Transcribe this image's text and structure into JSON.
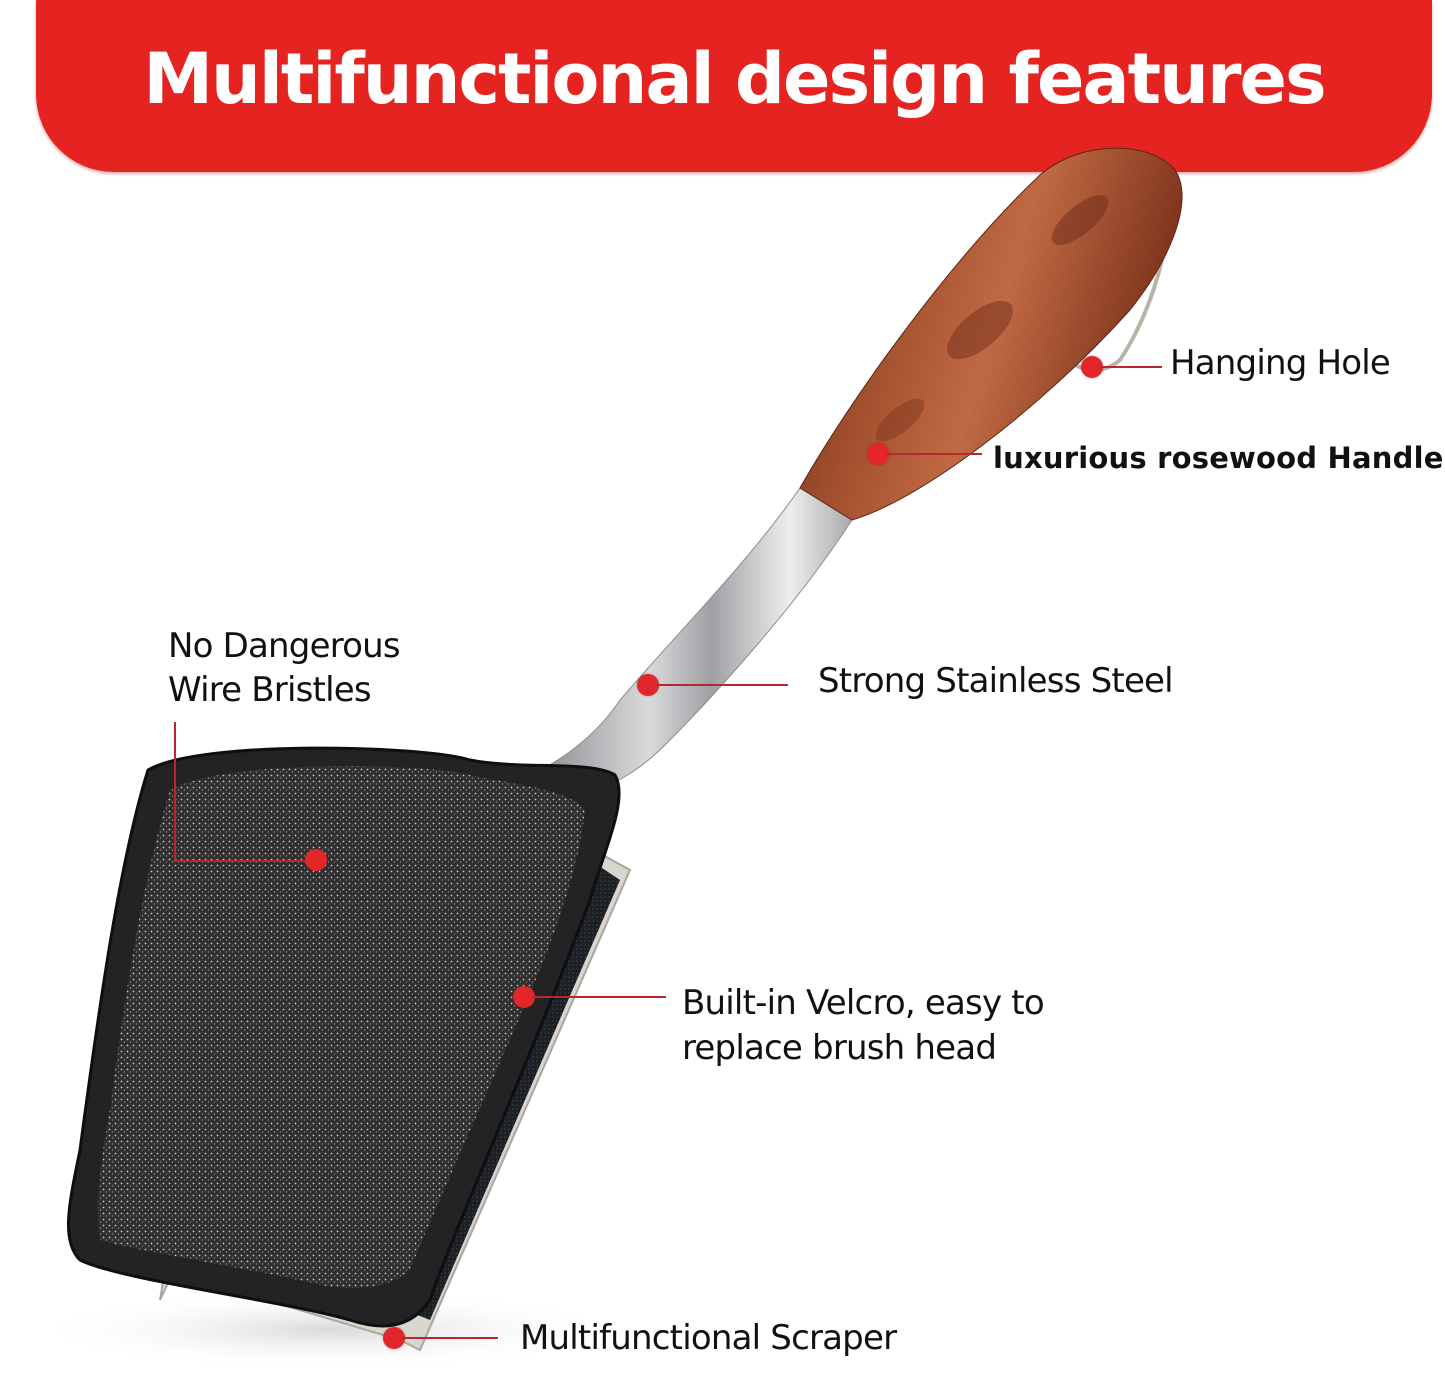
{
  "banner": {
    "title": "Multifunctional design features",
    "background_color": "#e52421",
    "text_color": "#ffffff"
  },
  "product": {
    "name": "grill brush",
    "parts": [
      "rosewood handle",
      "hanging ring",
      "stainless steel shaft",
      "wire mesh brush head",
      "velcro pad",
      "scraper blade"
    ]
  },
  "callouts": [
    {
      "id": "hanging-hole",
      "label": "Hanging Hole"
    },
    {
      "id": "rosewood-handle",
      "label": "luxurious rosewood Handle"
    },
    {
      "id": "stainless-steel",
      "label": "Strong Stainless Steel"
    },
    {
      "id": "wire-bristles",
      "line1": "No Dangerous",
      "line2": "Wire Bristles"
    },
    {
      "id": "velcro",
      "line1": "Built-in Velcro, easy to",
      "line2": "replace brush head"
    },
    {
      "id": "scraper",
      "label": "Multifunctional Scraper"
    }
  ],
  "colors": {
    "accent_red": "#e3262a",
    "leader_line": "#b7272d",
    "wood": "#8a3a22",
    "steel": "#b9babc",
    "brush": "#3a3a3a"
  }
}
